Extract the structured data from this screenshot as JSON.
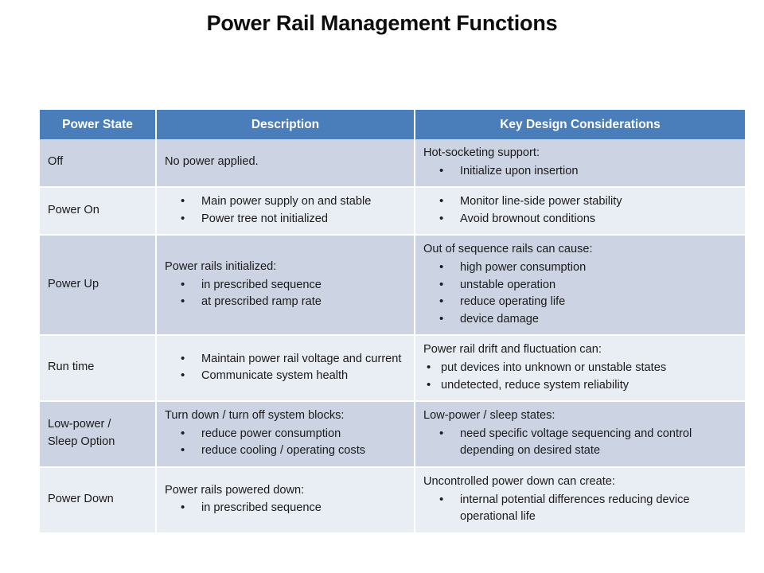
{
  "slide": {
    "title": "Power Rail Management Functions",
    "accent_header_color": "#4a7ebb",
    "row_dark_color": "#ccd4e4",
    "row_light_color": "#e9edf4"
  },
  "table": {
    "columns": [
      "Power State",
      "Description",
      "Key Design Considerations"
    ],
    "rows": [
      {
        "state": "Off",
        "description": {
          "lead": "No power applied.",
          "bullets": [],
          "indented": false
        },
        "key": {
          "lead": "Hot-socketing support:",
          "bullets": [
            "Initialize upon insertion"
          ],
          "indented": true
        }
      },
      {
        "state": "Power On",
        "description": {
          "lead": "",
          "bullets": [
            "Main power supply on and stable",
            "Power tree not initialized"
          ],
          "indented": true
        },
        "key": {
          "lead": "",
          "bullets": [
            "Monitor line-side power stability",
            "Avoid brownout conditions"
          ],
          "indented": true
        }
      },
      {
        "state": "Power Up",
        "description": {
          "lead": "Power rails initialized:",
          "bullets": [
            "in prescribed sequence",
            "at prescribed ramp rate"
          ],
          "indented": true
        },
        "key": {
          "lead": "Out of sequence rails can cause:",
          "bullets": [
            "high power consumption",
            "unstable operation",
            "reduce operating life",
            "device damage"
          ],
          "indented": true
        }
      },
      {
        "state": "Run time",
        "description": {
          "lead": "",
          "bullets": [
            "Maintain power rail voltage and current",
            "Communicate system health"
          ],
          "indented": true
        },
        "key": {
          "lead": "Power rail drift and fluctuation can:",
          "bullets": [
            "put devices into unknown or unstable states",
            "undetected, reduce system reliability"
          ],
          "indented": false
        }
      },
      {
        "state": "Low-power /\nSleep Option",
        "description": {
          "lead": "Turn down / turn off system blocks:",
          "bullets": [
            "reduce power consumption",
            "reduce cooling / operating costs"
          ],
          "indented": true
        },
        "key": {
          "lead": "Low-power / sleep states:",
          "bullets": [
            "need specific voltage sequencing and control depending on desired state"
          ],
          "indented": true
        }
      },
      {
        "state": "Power Down",
        "description": {
          "lead": "Power rails powered down:",
          "bullets": [
            "in prescribed sequence"
          ],
          "indented": true
        },
        "key": {
          "lead": "Uncontrolled power down can create:",
          "bullets": [
            "internal potential differences reducing device operational life"
          ],
          "indented": true
        }
      }
    ]
  }
}
